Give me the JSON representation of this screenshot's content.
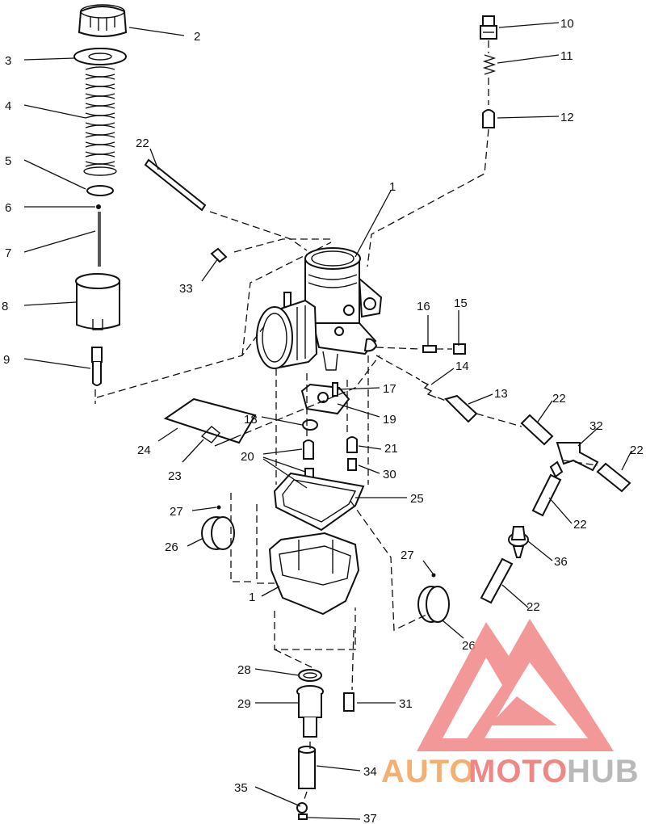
{
  "diagram": {
    "callouts": {
      "c1a": "1",
      "c1b": "1",
      "c2": "2",
      "c3": "3",
      "c4": "4",
      "c5": "5",
      "c6": "6",
      "c7": "7",
      "c8": "8",
      "c9": "9",
      "c10": "10",
      "c11": "11",
      "c12": "12",
      "c13": "13",
      "c14": "14",
      "c15": "15",
      "c16": "16",
      "c17": "17",
      "c18": "18",
      "c19": "19",
      "c20": "20",
      "c21": "21",
      "c22a": "22",
      "c22b": "22",
      "c22c": "22",
      "c22d": "22",
      "c22e": "22",
      "c23": "23",
      "c24": "24",
      "c25": "25",
      "c26a": "26",
      "c26b": "26",
      "c27a": "27",
      "c27b": "27",
      "c28": "28",
      "c29": "29",
      "c30": "30",
      "c31": "31",
      "c32": "32",
      "c33": "33",
      "c34": "34",
      "c35": "35",
      "c36": "36",
      "c37": "37"
    }
  },
  "watermark": {
    "text_auto": "AUTO",
    "text_moto": "MOTO",
    "text_hub": "HUB",
    "color_orange": "#f5b071",
    "color_red": "#f08787",
    "color_grey": "#b9b9b9"
  }
}
